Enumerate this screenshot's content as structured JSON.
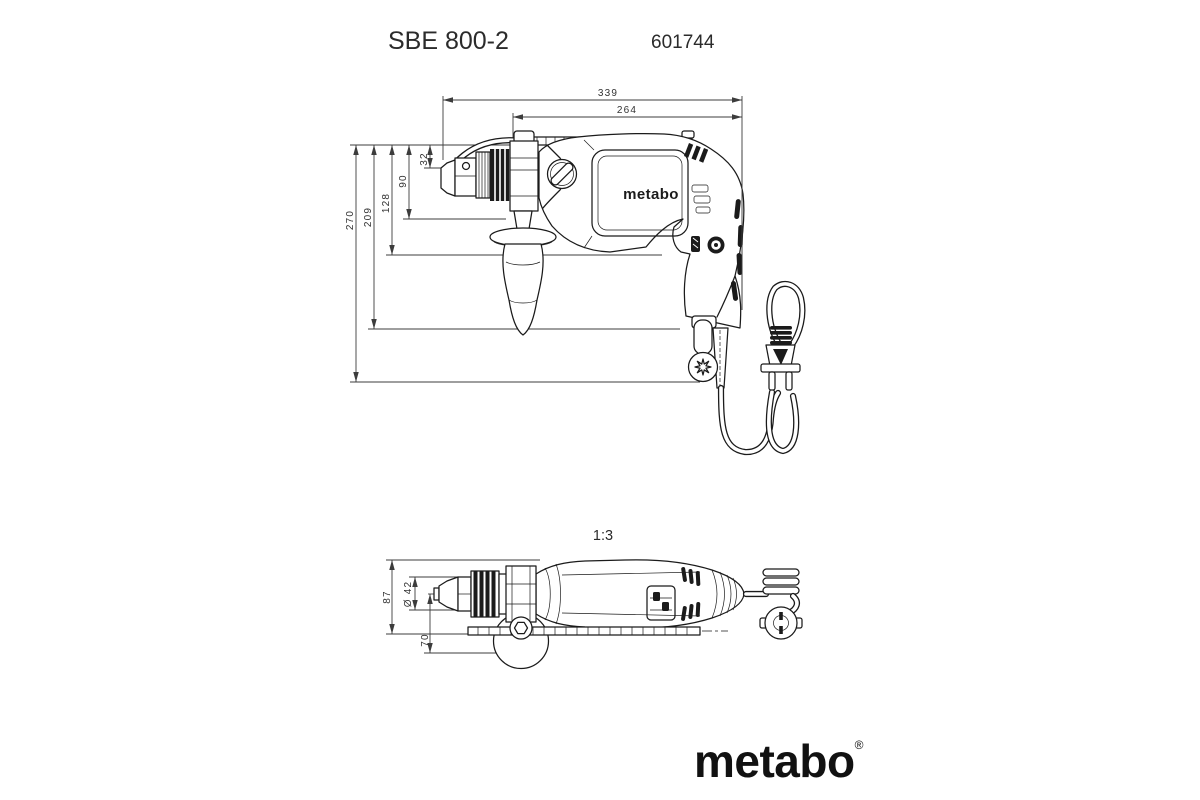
{
  "colors": {
    "background": "#ffffff",
    "drawing_line": "#1b1b1b",
    "dimension_line": "#3c3c3c",
    "text": "#2b2b2b"
  },
  "header": {
    "model": "SBE 800-2",
    "article_no": "601744"
  },
  "side_view": {
    "dim_length_overall": "339",
    "dim_length_to_collar": "264",
    "dim_top_to_axis": "32",
    "dim_top_to_collar_bottom": "90",
    "dim_top_to_housing_bottom": "128",
    "dim_top_to_handle_bottom": "209",
    "dim_height_overall": "270",
    "housing_brand": "metabo"
  },
  "top_view": {
    "scale": "1:3",
    "dim_width_overall": "87",
    "dim_collar_diameter": "Ø 42",
    "dim_axis_to_handle": "70"
  },
  "footer": {
    "brand": "metabo",
    "registered": "®"
  }
}
